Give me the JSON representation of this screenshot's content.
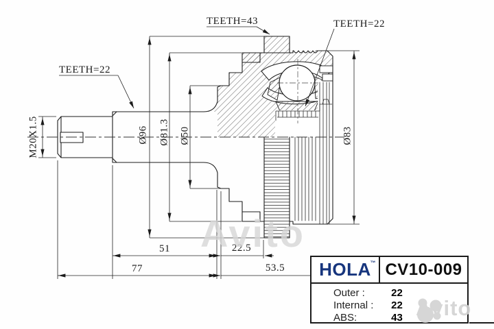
{
  "drawing": {
    "teeth_labels": {
      "shaft": "TEETH=22",
      "abs_ring": "TEETH=43",
      "inner_race": "TEETH=22"
    },
    "thread_label": "M20X1.5",
    "diameters": {
      "abs_ring_od": "Ø96",
      "body_od": "Ø81.3",
      "boot_groove": "Ø50",
      "rim_od": "Ø83"
    },
    "lengths": {
      "spline_to_face": "51",
      "face_to_ring": "22.5",
      "overall_left": "77",
      "face_to_end": "53.5"
    }
  },
  "info_box": {
    "brand": "HOLA",
    "trademark": "TM",
    "part_number": "CV10-009",
    "specs": [
      {
        "label": "Outer :",
        "value": "22"
      },
      {
        "label": "Internal :",
        "value": "22"
      },
      {
        "label": "ABS:",
        "value": "43"
      }
    ]
  },
  "watermarks": {
    "center": "Avito",
    "corner": "Avito"
  },
  "colors": {
    "brand_blue": "#17357d",
    "drawing_line": "#1c1c1c",
    "watermark_gray": "#d6d6d6"
  }
}
